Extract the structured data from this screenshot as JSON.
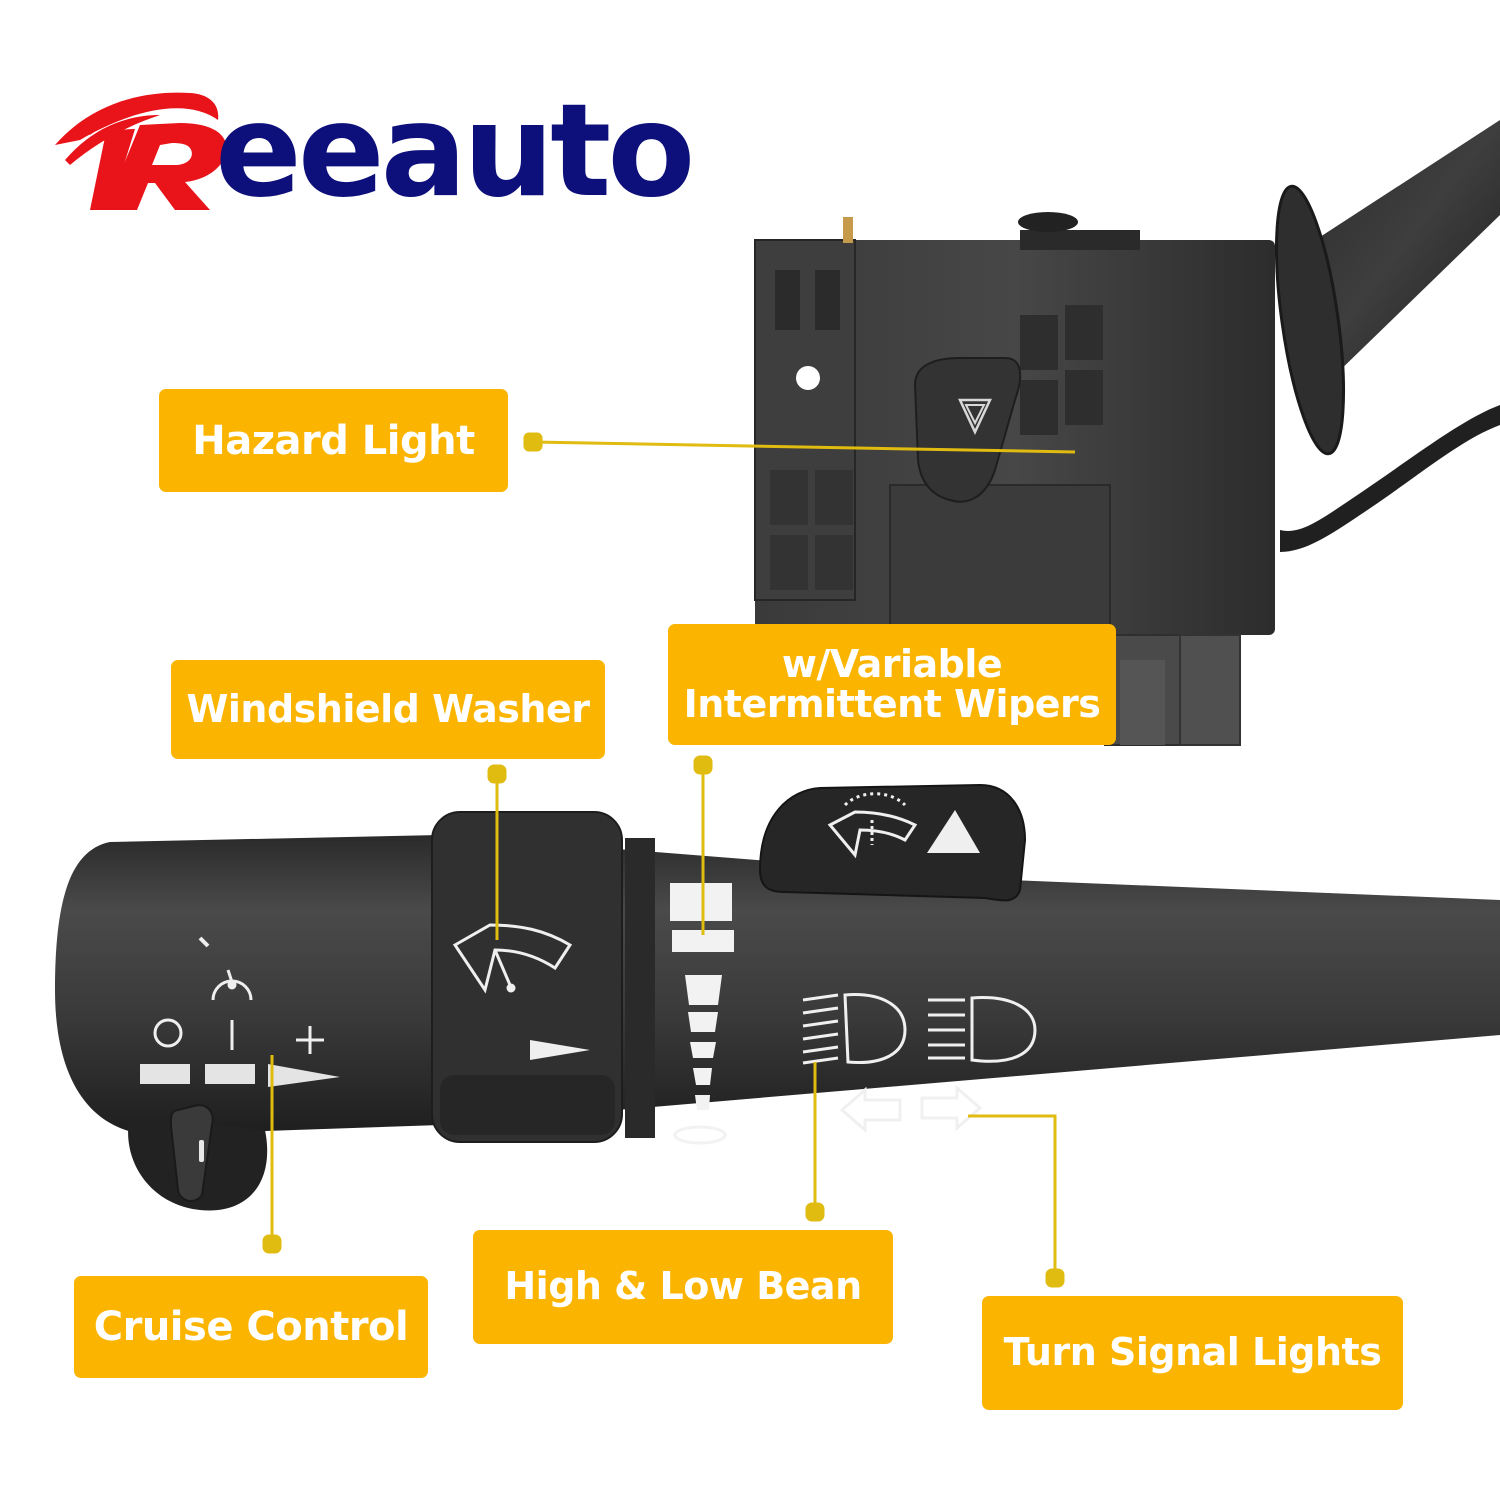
{
  "brand": {
    "logo_initial": "R",
    "logo_rest": "eeauto",
    "initial_color": "#e8141a",
    "text_color": "#0d0f7a"
  },
  "colors": {
    "callout_bg": "#fbb400",
    "callout_text": "#ffffff",
    "leader_line": "#e0bb10",
    "product_body": "#3a3a3a",
    "symbol_color": "#f0f0f0"
  },
  "product": {
    "name": "Multifunction turn signal / wiper / cruise control switch",
    "symbols": {
      "hazard": "hazard-triangle-icon",
      "cruise": "speedometer-icon",
      "cruise_positions": [
        "O",
        "I",
        "+"
      ],
      "washer": "windshield-wiper-icon",
      "wiper_wash": "washer-spray-icon",
      "beams": [
        "low-beam-icon",
        "high-beam-icon"
      ],
      "turn": [
        "left-arrow-icon",
        "right-arrow-icon"
      ]
    }
  },
  "callouts": {
    "hazard": {
      "label": "Hazard Light"
    },
    "washer": {
      "label": "Windshield Washer"
    },
    "wipers": {
      "line1": "w/Variable",
      "line2": "Intermittent Wipers"
    },
    "cruise": {
      "label": "Cruise Control"
    },
    "beam": {
      "label": "High & Low Bean"
    },
    "turn": {
      "label": "Turn Signal Lights"
    }
  }
}
